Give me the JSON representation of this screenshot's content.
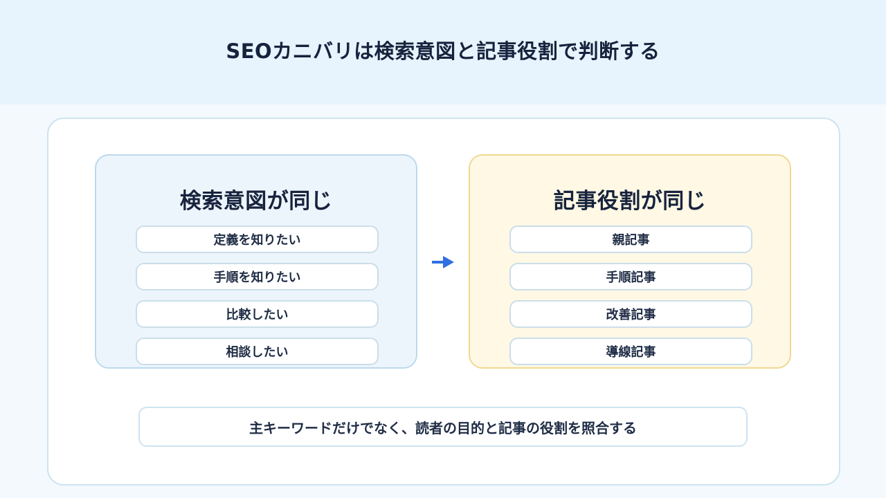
{
  "title": "SEOカニバリは検索意図と記事役割で判断する",
  "left_panel": {
    "title": "検索意図が同じ",
    "items": [
      "定義を知りたい",
      "手順を知りたい",
      "比較したい",
      "相談したい"
    ]
  },
  "right_panel": {
    "title": "記事役割が同じ",
    "items": [
      "親記事",
      "手順記事",
      "改善記事",
      "導線記事"
    ]
  },
  "arrow_icon": "arrow-right-icon",
  "note": "主キーワードだけでなく、読者の目的と記事の役割を照合する",
  "colors": {
    "header_bg": "#e7f4fd",
    "left_panel_bg": "#edf5fc",
    "right_panel_bg": "#fef8e5",
    "arrow": "#2f6fe0",
    "text": "#17233d"
  }
}
